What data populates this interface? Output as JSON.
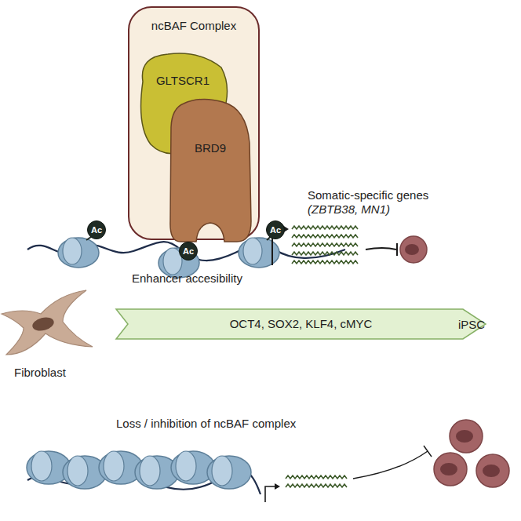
{
  "diagram": {
    "nodes": [
      {
        "text": [
          "ncBAF Complex"
        ]
      },
      {
        "text": [
          "GLTSCR1"
        ],
        "in": 0
      },
      {
        "text": [
          "BRD9"
        ],
        "in": 0
      },
      {
        "text": [
          "Ac"
        ]
      },
      {
        "text": [
          "Ac"
        ]
      },
      {
        "text": [
          "Ac"
        ]
      },
      {
        "text": [
          "OCT4, SOX2, KLF4, cMYC"
        ]
      }
    ],
    "labels": [
      "Somatic-specific genes",
      "(ZBTB38, MN1)",
      "Enhancer accesibility",
      "Fibroblast",
      "iPSC",
      "Loss / inhibition of ncBAF complex"
    ]
  }
}
